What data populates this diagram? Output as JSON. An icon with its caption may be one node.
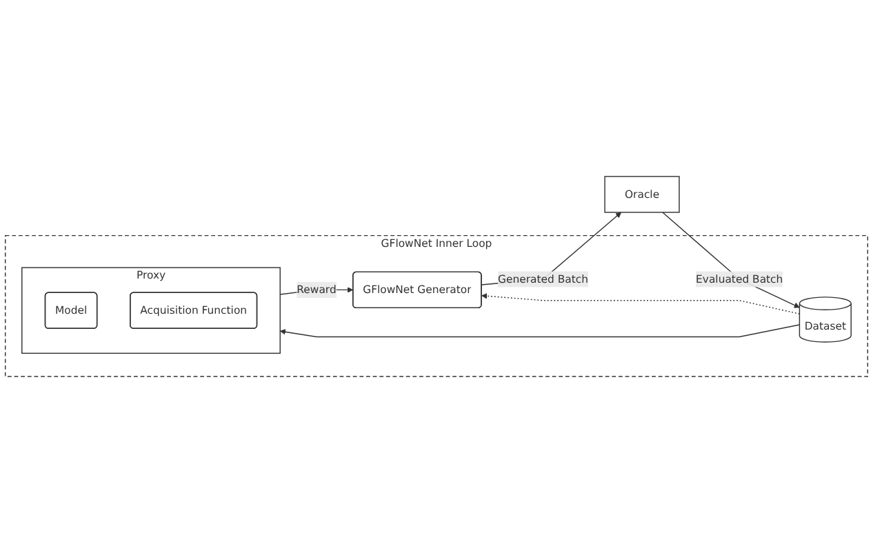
{
  "diagram": {
    "nodes": [
      {
        "text": [
          "GFlowNet Inner Loop"
        ]
      },
      {
        "text": [
          "Proxy"
        ],
        "in": 0
      },
      {
        "text": [
          "Model"
        ],
        "in": 1
      },
      {
        "text": [
          "Acquisition Function"
        ],
        "in": 1
      },
      {
        "text": [
          "GFlowNet Generator"
        ],
        "in": 0
      },
      {
        "text": [
          "Dataset"
        ],
        "in": 0
      },
      {
        "text": [
          "Oracle"
        ]
      }
    ],
    "edges": [
      {
        "from": 1,
        "to": 4,
        "arrow": "to",
        "label": "Reward"
      },
      {
        "from": 4,
        "to": 6,
        "arrow": "to",
        "label": "Generated Batch"
      },
      {
        "from": 6,
        "to": 5,
        "arrow": "to",
        "label": "Evaluated Batch"
      },
      {
        "from": 5,
        "to": 1,
        "arrow": "to"
      },
      {
        "from": 5,
        "to": 4,
        "arrow": "to",
        "style": "dashed"
      }
    ]
  }
}
